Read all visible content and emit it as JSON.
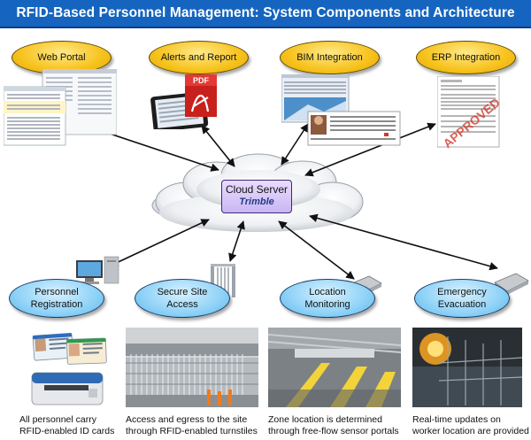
{
  "title": "RFID-Based Personnel Management: System Components and Architecture",
  "components": {
    "web_portal": "Web Portal",
    "alerts": "Alerts and Report",
    "bim": "BIM Integration",
    "erp": "ERP Integration"
  },
  "alerts_pdf_label": "PDF",
  "erp_stamp": "APPROVED",
  "server": {
    "label": "Cloud Server",
    "brand": "Trimble"
  },
  "functions": {
    "registration": [
      "Personnel",
      "Registration"
    ],
    "access": [
      "Secure Site",
      "Access"
    ],
    "location": [
      "Location",
      "Monitoring"
    ],
    "evacuation": [
      "Emergency",
      "Evacuation"
    ]
  },
  "captions": {
    "registration": [
      "All personnel carry",
      "RFID-enabled ID cards"
    ],
    "access": [
      "Access and egress to the site",
      "through RFID-enabled turnstiles"
    ],
    "location": [
      "Zone location is determined",
      "through free-flow sensor portals"
    ],
    "evacuation": [
      "Real-time updates on",
      "worker location are provided"
    ]
  },
  "colors": {
    "title_bar": "#1565c0",
    "pill_yellow": "#f7c21c",
    "pill_blue": "#8fd2f7",
    "server_box": "#c8b7f2"
  }
}
